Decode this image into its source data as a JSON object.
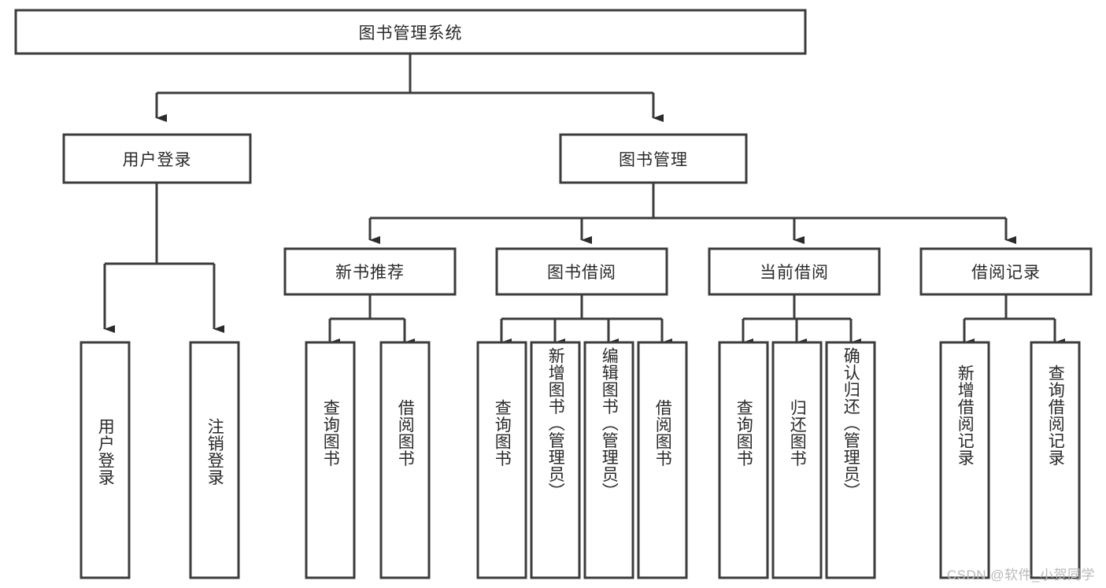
{
  "diagram": {
    "type": "tree",
    "title": "图书管理系统",
    "watermark": "CSDN @软件_小贺同学",
    "colors": {
      "box_stroke": "#3c3c3c",
      "box_fill": "#ffffff",
      "connector": "#3c3c3c",
      "text": "#2a2a2a",
      "watermark": "#b9b9b9",
      "background": "#ffffff"
    },
    "levels": {
      "root": {
        "label": "图书管理系统"
      },
      "level2": [
        {
          "label": "用户登录"
        },
        {
          "label": "图书管理"
        }
      ],
      "level3": [
        {
          "label": "新书推荐"
        },
        {
          "label": "图书借阅"
        },
        {
          "label": "当前借阅"
        },
        {
          "label": "借阅记录"
        }
      ],
      "leaves": {
        "用户登录": [
          {
            "label": "用户登录"
          },
          {
            "label": "注销登录"
          }
        ],
        "新书推荐": [
          {
            "label": "查询图书"
          },
          {
            "label": "借阅图书"
          }
        ],
        "图书借阅": [
          {
            "label": "查询图书"
          },
          {
            "label": "新增图书（管理员）"
          },
          {
            "label": "编辑图书（管理员）"
          },
          {
            "label": "借阅图书"
          }
        ],
        "当前借阅": [
          {
            "label": "查询图书"
          },
          {
            "label": "归还图书"
          },
          {
            "label": "确认归还（管理员）"
          }
        ],
        "借阅记录": [
          {
            "label": "新增借阅记录"
          },
          {
            "label": "查询借阅记录"
          }
        ]
      }
    }
  }
}
